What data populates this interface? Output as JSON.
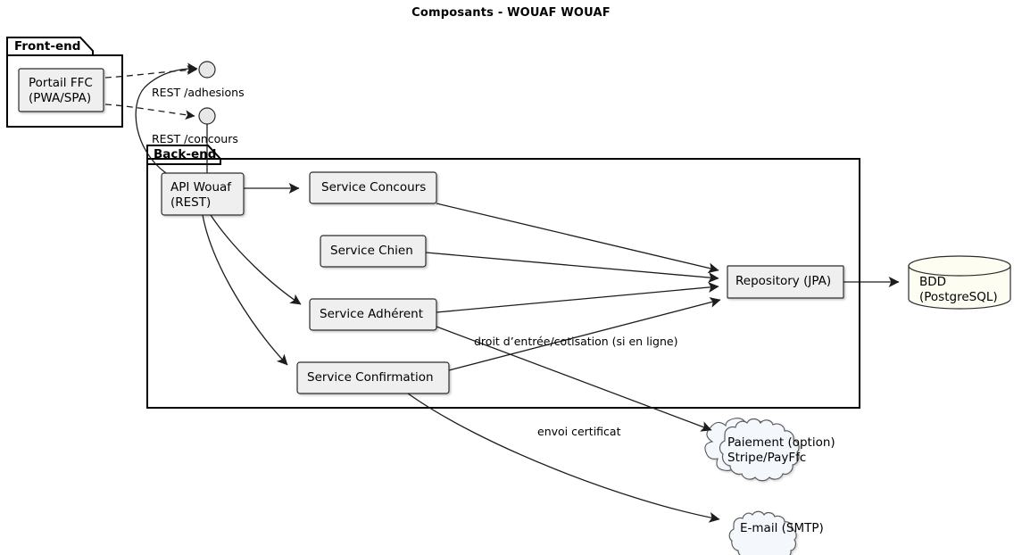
{
  "diagram": {
    "title": "Composants - WOUAF WOUAF",
    "packages": [
      {
        "id": "frontend",
        "label": "Front-end"
      },
      {
        "id": "backend",
        "label": "Back-end"
      }
    ],
    "components": [
      {
        "id": "portail",
        "label": "Portail FFC\n(PWA/SPA)",
        "line1": "Portail FFC",
        "line2": "(PWA/SPA)"
      },
      {
        "id": "api",
        "label": "API Wouaf\n(REST)",
        "line1": "API Wouaf",
        "line2": "(REST)"
      },
      {
        "id": "svc-concours",
        "label": "Service Concours"
      },
      {
        "id": "svc-chien",
        "label": "Service Chien"
      },
      {
        "id": "svc-adherent",
        "label": "Service Adhérent"
      },
      {
        "id": "svc-confirmation",
        "label": "Service Confirmation"
      },
      {
        "id": "repository",
        "label": "Repository (JPA)"
      }
    ],
    "database": {
      "id": "bdd",
      "line1": "BDD",
      "line2": "(PostgreSQL)"
    },
    "clouds": [
      {
        "id": "paiement",
        "line1": "Paiement (option)",
        "line2": "Stripe/PayFfc"
      },
      {
        "id": "email",
        "line1": "E-mail (SMTP)",
        "line2": ""
      }
    ],
    "interfaces": [
      {
        "id": "iface-adhesions",
        "label": "REST /adhesions"
      },
      {
        "id": "iface-concours",
        "label": "REST /concours"
      }
    ],
    "edge_labels": [
      {
        "id": "edge-cotisation",
        "label": "droit d’entrée/cotisation (si en ligne)"
      },
      {
        "id": "edge-certificat",
        "label": "envoi certificat"
      }
    ],
    "colors": {
      "node_fill": "#efefef",
      "node_stroke": "#2b2b2b",
      "package_stroke": "#000000",
      "db_fill": "#fdfdf2",
      "cloud_fill": "#f4f8fc",
      "cloud_stroke": "#585858",
      "edge_stroke": "#1d1d1d",
      "interface_fill": "#e8e8e8",
      "background": "#ffffff"
    }
  }
}
